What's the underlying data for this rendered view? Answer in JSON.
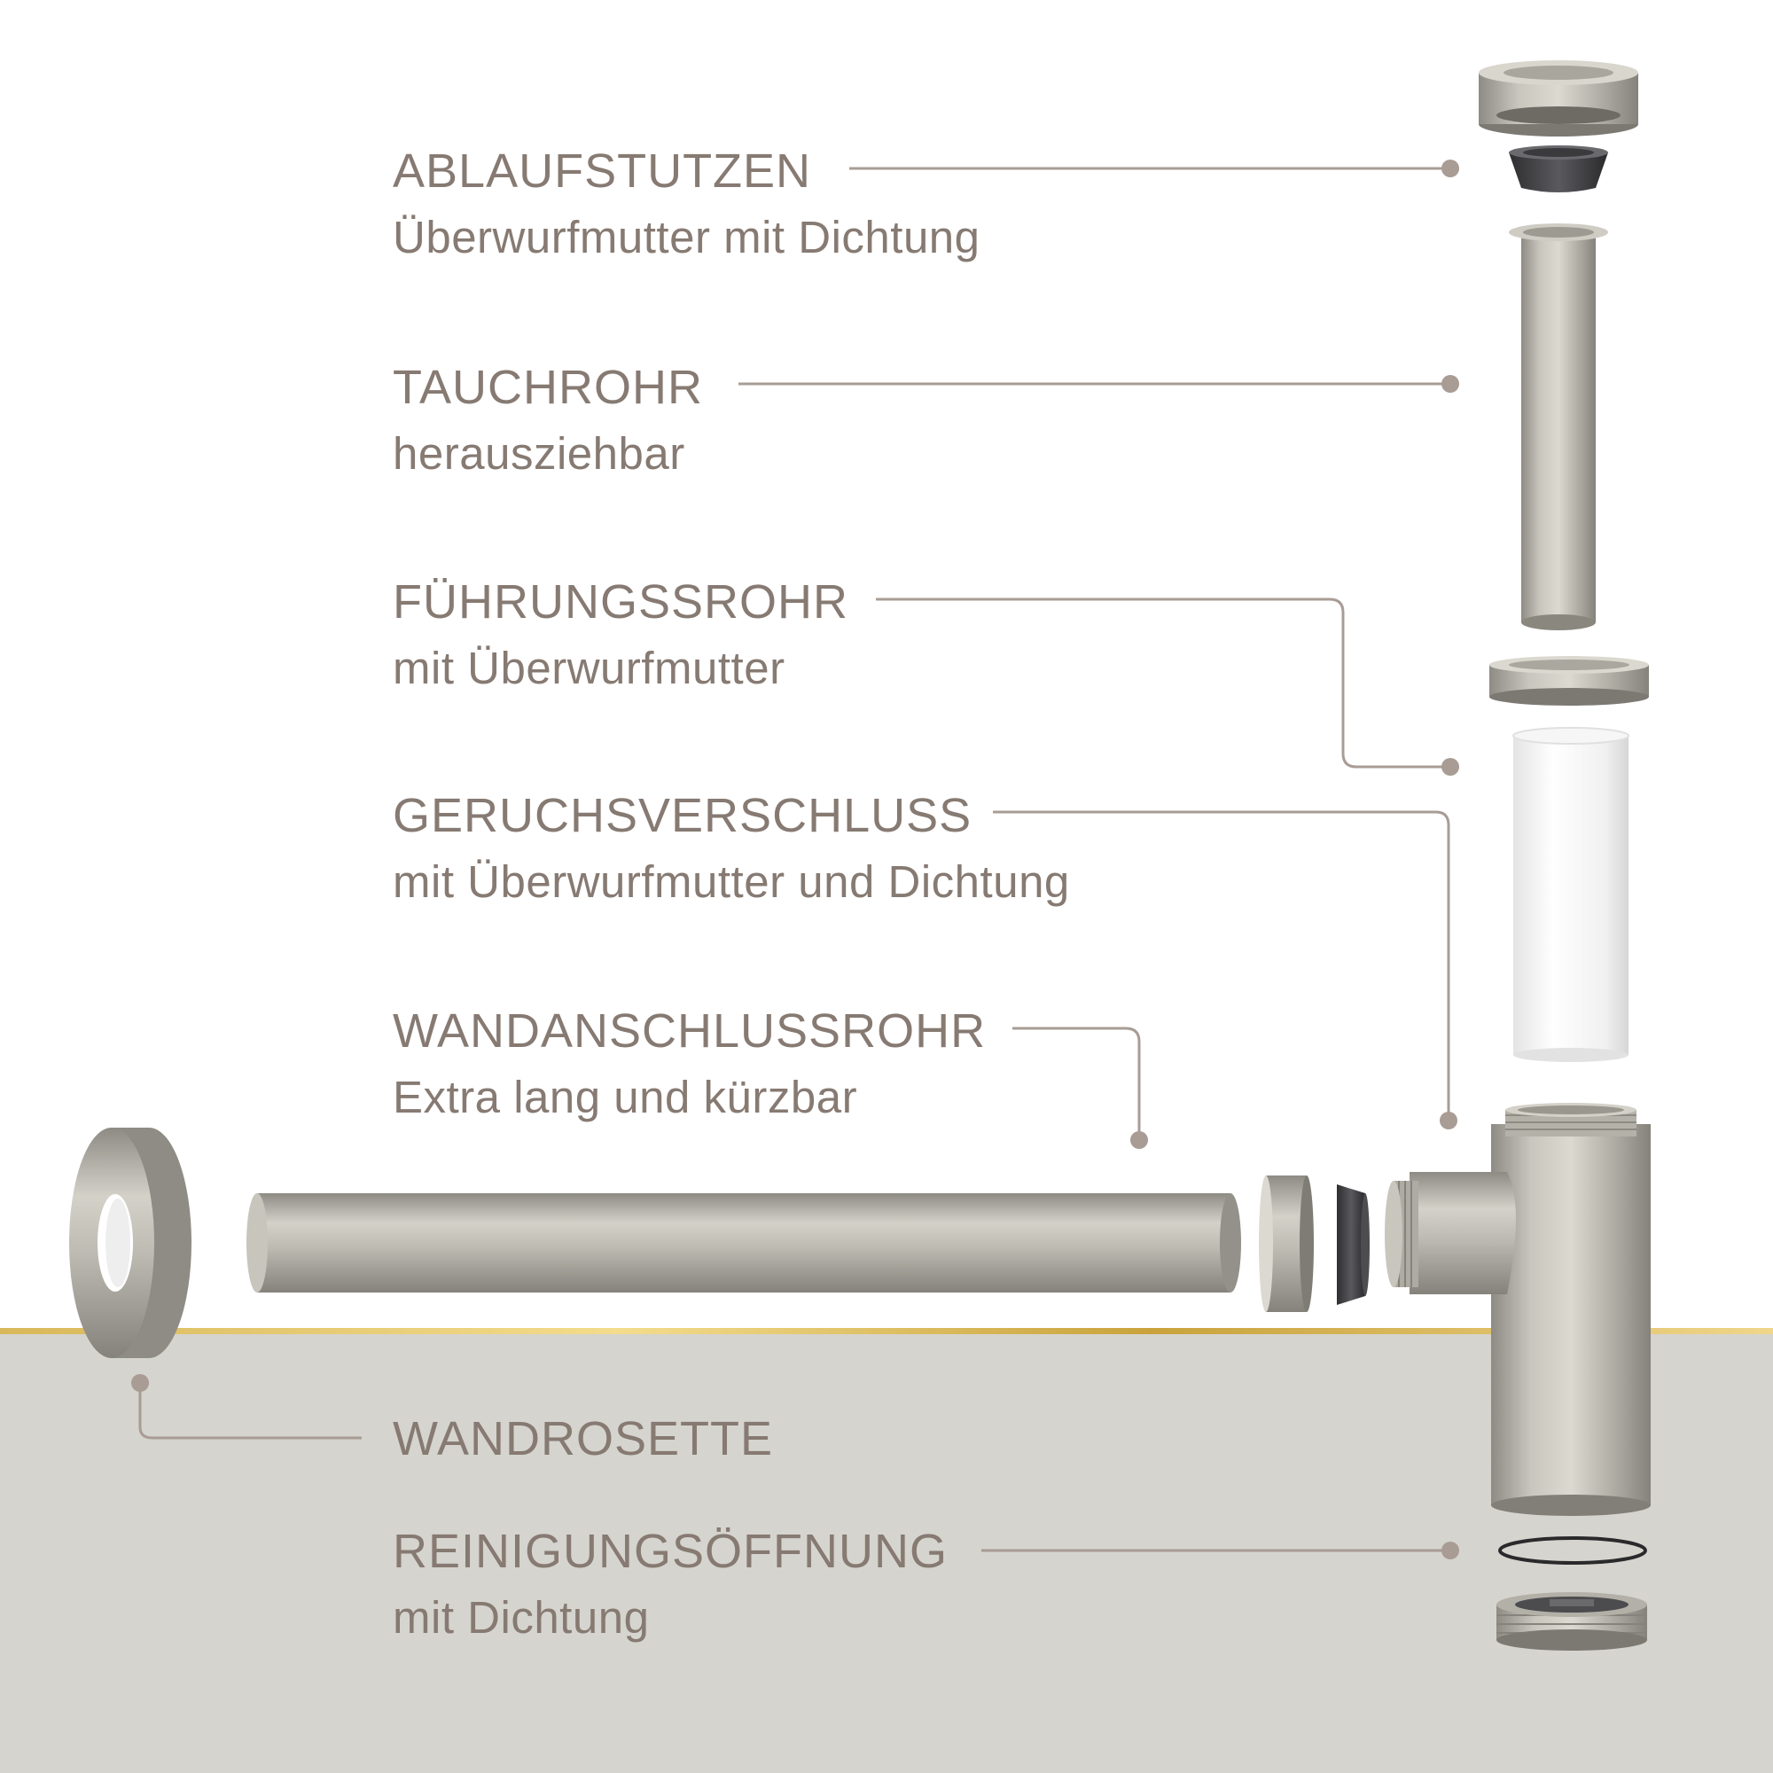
{
  "labels": [
    {
      "title": "ABLAUFSTUTZEN",
      "subtitle": "Überwurfmutter mit Dichtung"
    },
    {
      "title": "TAUCHROHR",
      "subtitle": "herausziehbar"
    },
    {
      "title": "FÜHRUNGSSROHR",
      "subtitle": "mit Überwurfmutter"
    },
    {
      "title": "GERUCHSVERSCHLUSS",
      "subtitle": "mit Überwurfmutter und Dichtung"
    },
    {
      "title": "WANDANSCHLUSSROHR",
      "subtitle": "Extra lang und kürzbar"
    },
    {
      "title": "WANDROSETTE",
      "subtitle": ""
    },
    {
      "title": "REINIGUNGSÖFFNUNG",
      "subtitle": "mit Dichtung"
    }
  ],
  "colors": {
    "text": "#867a72",
    "leader": "#a89c94",
    "metal": "#b9b6ad",
    "gold": "#d9b85a",
    "floor": "#d5d4ce"
  }
}
